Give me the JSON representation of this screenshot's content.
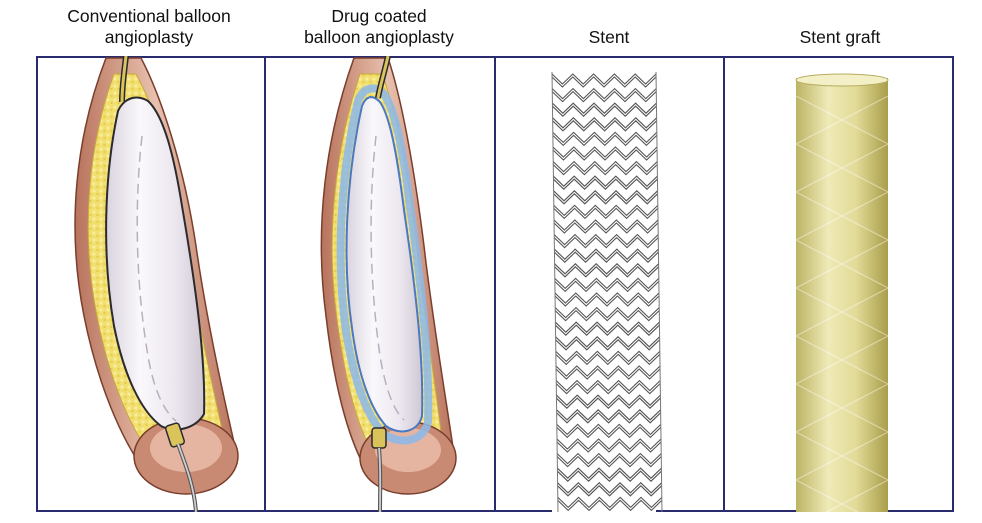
{
  "panels": [
    {
      "title_line1": "Conventional balloon",
      "title_line2": "angioplasty"
    },
    {
      "title_line1": "Drug coated",
      "title_line2": "balloon angioplasty"
    },
    {
      "title_line1": "Stent",
      "title_line2": ""
    },
    {
      "title_line1": "Stent graft",
      "title_line2": ""
    }
  ],
  "colors": {
    "frame": "#2a2a6e",
    "vessel_wall": "#d4a08a",
    "plaque": "#f2e27a",
    "balloon": "#eeeaf2",
    "drug_coating": "#7fb0e6",
    "catheter": "#c8b040",
    "stent_wire": "#555555",
    "graft": "#d6d08a"
  },
  "icons": [
    "balloon-catheter-illustration",
    "drug-coated-balloon-illustration",
    "stent-mesh-illustration",
    "stent-graft-illustration"
  ]
}
